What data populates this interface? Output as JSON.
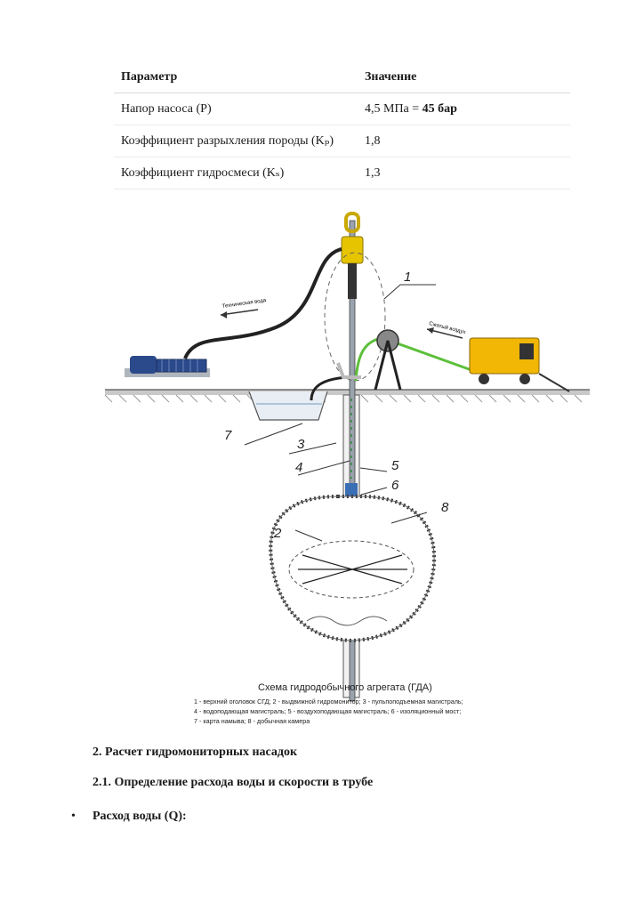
{
  "table": {
    "header": {
      "param": "Параметр",
      "value": "Значение"
    },
    "rows": [
      {
        "param": "Напор насоса (P)",
        "value_prefix": "4,5 МПа = ",
        "value_bold": "45 бар"
      },
      {
        "param": "Коэффициент разрыхления породы (Kₚ)",
        "value_prefix": "1,8",
        "value_bold": ""
      },
      {
        "param": "Коэффициент гидросмеси (Kₛ)",
        "value_prefix": "1,3",
        "value_bold": ""
      }
    ]
  },
  "figure": {
    "labels": {
      "water": "Техническая вода",
      "air": "Сжатый воздух",
      "n1": "1",
      "n2": "2",
      "n3": "3",
      "n4": "4",
      "n5": "5",
      "n6": "6",
      "n7": "7",
      "n8": "8"
    },
    "caption_title": "Схема гидродобычного агрегата (ГДА)",
    "caption_lines": [
      "1 - верхний оголовок СГД; 2 - выдвижной гидромонитор; 3 - пульпоподъемная магистраль;",
      "4 - водоподающая магистраль; 5 - воздухоподающая магистраль; 6 - изоляционный мост;",
      "7 - карта намыва; 8 - добычная камера"
    ],
    "colors": {
      "pump": "#2b4a8c",
      "compressor": "#f2b705",
      "air_hose": "#5cbf3a",
      "head": "#e6c400"
    }
  },
  "section2": "2. Расчет гидромониторных насадок",
  "section21": "2.1. Определение расхода воды и скорости в трубе",
  "bullet": {
    "marker": "•",
    "text": "Расход воды (Q):"
  }
}
